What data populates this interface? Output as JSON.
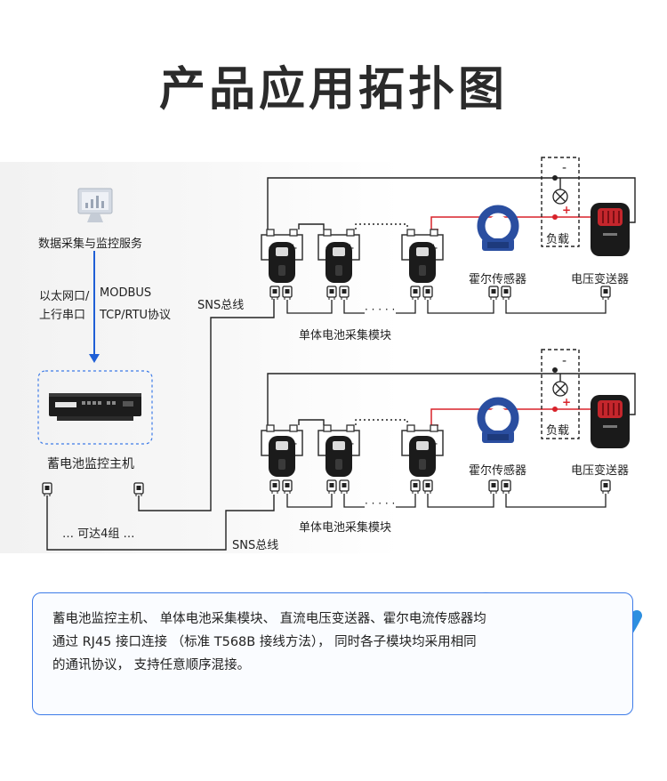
{
  "title": "产品应用拓扑图",
  "labels": {
    "monitor_service": "数据采集与监控服务",
    "ethernet": "以太网口/",
    "uplink_serial": "上行串口",
    "modbus": "MODBUS",
    "tcp_rtu": "TCP/RTU协议",
    "host": "蓄电池监控主机",
    "up_to_4": "… 可达4组 …",
    "sns_bus_1": "SNS总线",
    "sns_bus_2": "SNS总线",
    "module_1": "单体电池采集模块",
    "module_2": "单体电池采集模块",
    "hall_1": "霍尔传感器",
    "hall_2": "霍尔传感器",
    "vt_1": "电压变送器",
    "vt_2": "电压变送器",
    "load_1": "负载",
    "load_2": "负载",
    "dots_1": "· · · · ·",
    "dots_2": "· · · · ·",
    "minus": "-",
    "plus": "+"
  },
  "info": {
    "text": "蓄电池监控主机、 单体电池采集模块、 直流电压变送器、霍尔电流传感器均通过 RJ45 接口连接 （标准 T568B 接线方法）， 同时各子模块均采用相同的通讯协议， 支持任意顺序混接。"
  },
  "colors": {
    "accent_blue": "#3d7be8",
    "arrow_blue": "#1f5fd6",
    "wire_red": "#d8222a",
    "hall_blue": "#2a4ea0"
  }
}
